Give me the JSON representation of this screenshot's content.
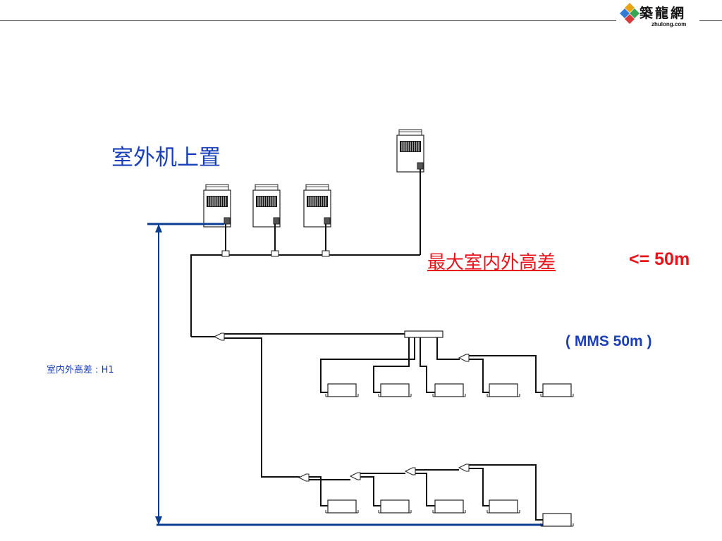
{
  "logo": {
    "name": "築龍網",
    "sub": "zhulong.com"
  },
  "title": "室外机上置",
  "height_limit": {
    "label": "最大室内外高差",
    "value": "<= 50m"
  },
  "mms_note": "( MMS 50m )",
  "height_diff_label": "室内外高差 : H1",
  "colors": {
    "blue": "#1a3fb8",
    "red": "#e8141b",
    "line": "#0a3d91"
  }
}
